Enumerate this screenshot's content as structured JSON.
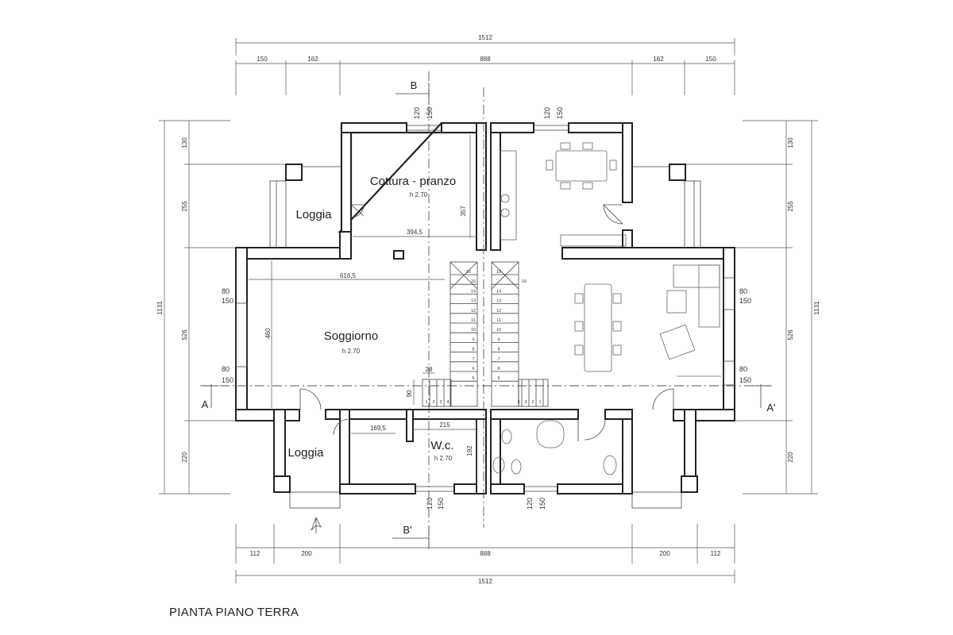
{
  "title": "PIANTA PIANO TERRA",
  "rooms": {
    "cottura": "Cottura - pranzo",
    "cottura_h": "h 2.70",
    "loggia_top": "Loggia",
    "soggiorno": "Soggiorno",
    "soggiorno_h": "h 2.70",
    "loggia_bottom": "Loggia",
    "wc": "W.c.",
    "wc_h": "h 2.70"
  },
  "dimensions": {
    "top_total": "1512",
    "top_left1": "150",
    "top_left2": "162",
    "top_mid": "888",
    "top_right2": "162",
    "top_right1": "150",
    "bottom_left1": "112",
    "bottom_left2": "200",
    "bottom_mid": "888",
    "bottom_right2": "200",
    "bottom_right1": "112",
    "bottom_total": "1512",
    "left_total": "1131",
    "left_a": "130",
    "left_b": "255",
    "left_c": "526",
    "left_d": "220",
    "right_total": "1131",
    "right_a": "130",
    "right_b": "255",
    "right_c": "526",
    "right_d": "220",
    "int_3945": "394,5",
    "int_357": "357",
    "int_6165": "616,5",
    "int_460": "460",
    "int_1695": "169,5",
    "int_215": "215",
    "int_192": "192",
    "int_28": "28",
    "int_90": "90"
  },
  "windows": {
    "w120": "120",
    "w150": "150",
    "w80": "80"
  },
  "sections": {
    "a": "A",
    "a_prime": "A'",
    "b": "B",
    "b_prime": "B'"
  },
  "stairs": {
    "left_upper": [
      "16",
      "15",
      "14",
      "13",
      "12",
      "11",
      "10",
      "9",
      "8",
      "7",
      "6",
      "5"
    ],
    "left_lower": [
      "1",
      "2",
      "3",
      "4"
    ],
    "right_upper": [
      "15",
      "16",
      "14",
      "13",
      "12",
      "11",
      "10",
      "9",
      "8",
      "7",
      "6",
      "5"
    ],
    "right_lower": [
      "4",
      "3",
      "2",
      "1"
    ]
  }
}
